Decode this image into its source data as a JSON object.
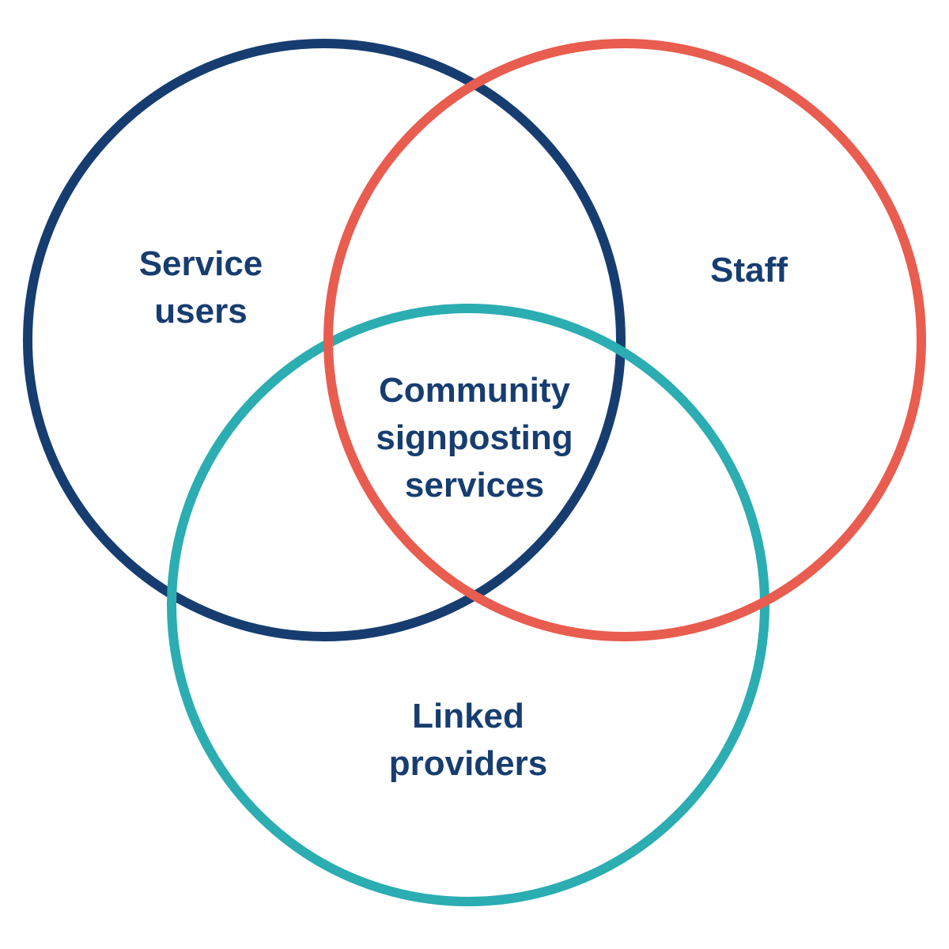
{
  "colors": {
    "service_users": "#173d70",
    "staff": "#e85d4f",
    "linked_providers": "#2badb2",
    "text": "#173d70"
  },
  "sets": {
    "service_users": [
      "Service",
      "users"
    ],
    "staff": [
      "Staff"
    ],
    "linked_providers": [
      "Linked",
      "providers"
    ],
    "intersection": [
      "Community",
      "signposting",
      "services"
    ]
  }
}
